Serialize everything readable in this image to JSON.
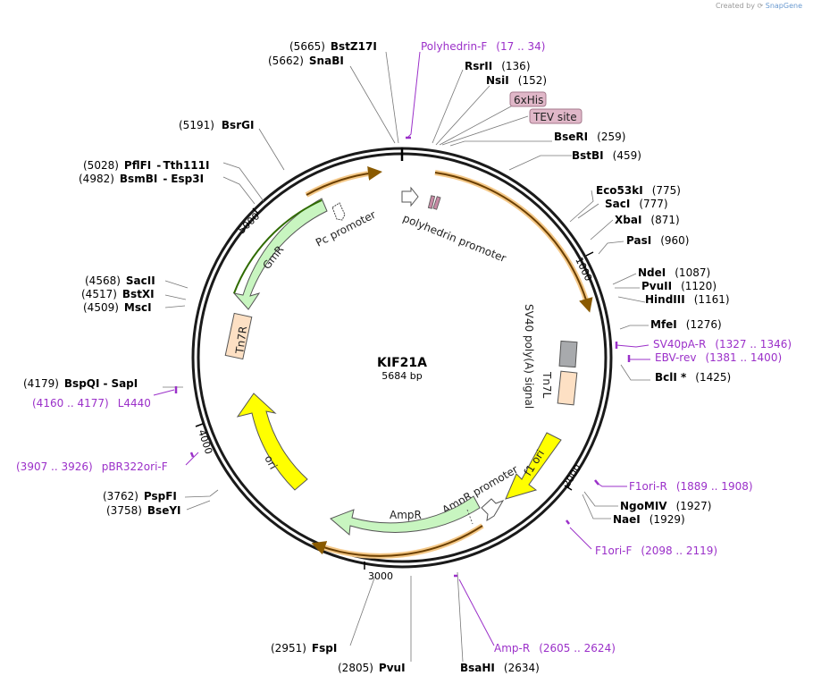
{
  "credit": {
    "prefix": "Created by",
    "brand": "SnapGene"
  },
  "plasmid": {
    "name": "KIF21A",
    "size": "5684 bp"
  },
  "colors": {
    "primer": "#9b30c9",
    "orange": "#e8a33c",
    "green": "#c8f5c0",
    "yellow": "#ffff00",
    "tn7": "#fde0c4",
    "gray": "#a8aaad",
    "tag": "#e0b7c8"
  },
  "ticks": [
    "1000",
    "2000",
    "3000",
    "4000",
    "5000"
  ],
  "features": {
    "polyhedrin_promoter": "polyhedrin promoter",
    "pc_promoter": "Pc promoter",
    "gmr": "GmR",
    "tn7r": "Tn7R",
    "tn7l": "Tn7L",
    "sv40": "SV40 poly(A) signal",
    "f1ori": "f1 ori",
    "ampr_promoter": "AmpR promoter",
    "ampr": "AmpR",
    "ori": "ori"
  },
  "tags": {
    "his": "6xHis",
    "tev": "TEV site"
  },
  "sites": {
    "bstz17i": {
      "pos": "(5665)",
      "name": "BstZ17I"
    },
    "snabi": {
      "pos": "(5662)",
      "name": "SnaBI"
    },
    "polyF": {
      "name": "Polyhedrin-F",
      "range": "(17 .. 34)"
    },
    "rsrii": {
      "name": "RsrII",
      "pos": "(136)"
    },
    "nsii": {
      "name": "NsiI",
      "pos": "(152)"
    },
    "bseri": {
      "name": "BseRI",
      "pos": "(259)"
    },
    "bstbi": {
      "name": "BstBI",
      "pos": "(459)"
    },
    "eco53ki": {
      "name": "Eco53kI",
      "pos": "(775)"
    },
    "saci": {
      "name": "SacI",
      "pos": "(777)"
    },
    "xbai": {
      "name": "XbaI",
      "pos": "(871)"
    },
    "pasi": {
      "name": "PasI",
      "pos": "(960)"
    },
    "ndei": {
      "name": "NdeI",
      "pos": "(1087)"
    },
    "pvuii": {
      "name": "PvuII",
      "pos": "(1120)"
    },
    "hindiii": {
      "name": "HindIII",
      "pos": "(1161)"
    },
    "mfei": {
      "name": "MfeI",
      "pos": "(1276)"
    },
    "sv40paR": {
      "name": "SV40pA-R",
      "range": "(1327 .. 1346)"
    },
    "ebvrev": {
      "name": "EBV-rev",
      "range": "(1381 .. 1400)"
    },
    "bcli": {
      "name": "BclI *",
      "pos": "(1425)"
    },
    "f1oriR": {
      "name": "F1ori-R",
      "range": "(1889 .. 1908)"
    },
    "ngomiv": {
      "name": "NgoMIV",
      "pos": "(1927)"
    },
    "naei": {
      "name": "NaeI",
      "pos": "(1929)"
    },
    "f1oriF": {
      "name": "F1ori-F",
      "range": "(2098 .. 2119)"
    },
    "ampR": {
      "name": "Amp-R",
      "range": "(2605 .. 2624)"
    },
    "bsahi": {
      "name": "BsaHI",
      "pos": "(2634)"
    },
    "pvui": {
      "pos": "(2805)",
      "name": "PvuI"
    },
    "fspi": {
      "pos": "(2951)",
      "name": "FspI"
    },
    "pspfi": {
      "pos": "(3762)",
      "name": "PspFI"
    },
    "bseyi": {
      "pos": "(3758)",
      "name": "BseYI"
    },
    "pbr322": {
      "range": "(3907 .. 3926)",
      "name": "pBR322ori-F"
    },
    "bspqi": {
      "pos": "(4179)",
      "name": "BspQI",
      "name2": "SapI"
    },
    "l4440": {
      "range": "(4160 .. 4177)",
      "name": "L4440"
    },
    "sacii": {
      "pos": "(4568)",
      "name": "SacII"
    },
    "bstxi": {
      "pos": "(4517)",
      "name": "BstXI"
    },
    "msci": {
      "pos": "(4509)",
      "name": "MscI"
    },
    "pflfi": {
      "pos": "(5028)",
      "name": "PflFI",
      "name2": "Tth111I"
    },
    "bsmbi": {
      "pos": "(4982)",
      "name": "BsmBI",
      "name2": "Esp3I"
    },
    "bsrgi": {
      "pos": "(5191)",
      "name": "BsrGI"
    }
  }
}
